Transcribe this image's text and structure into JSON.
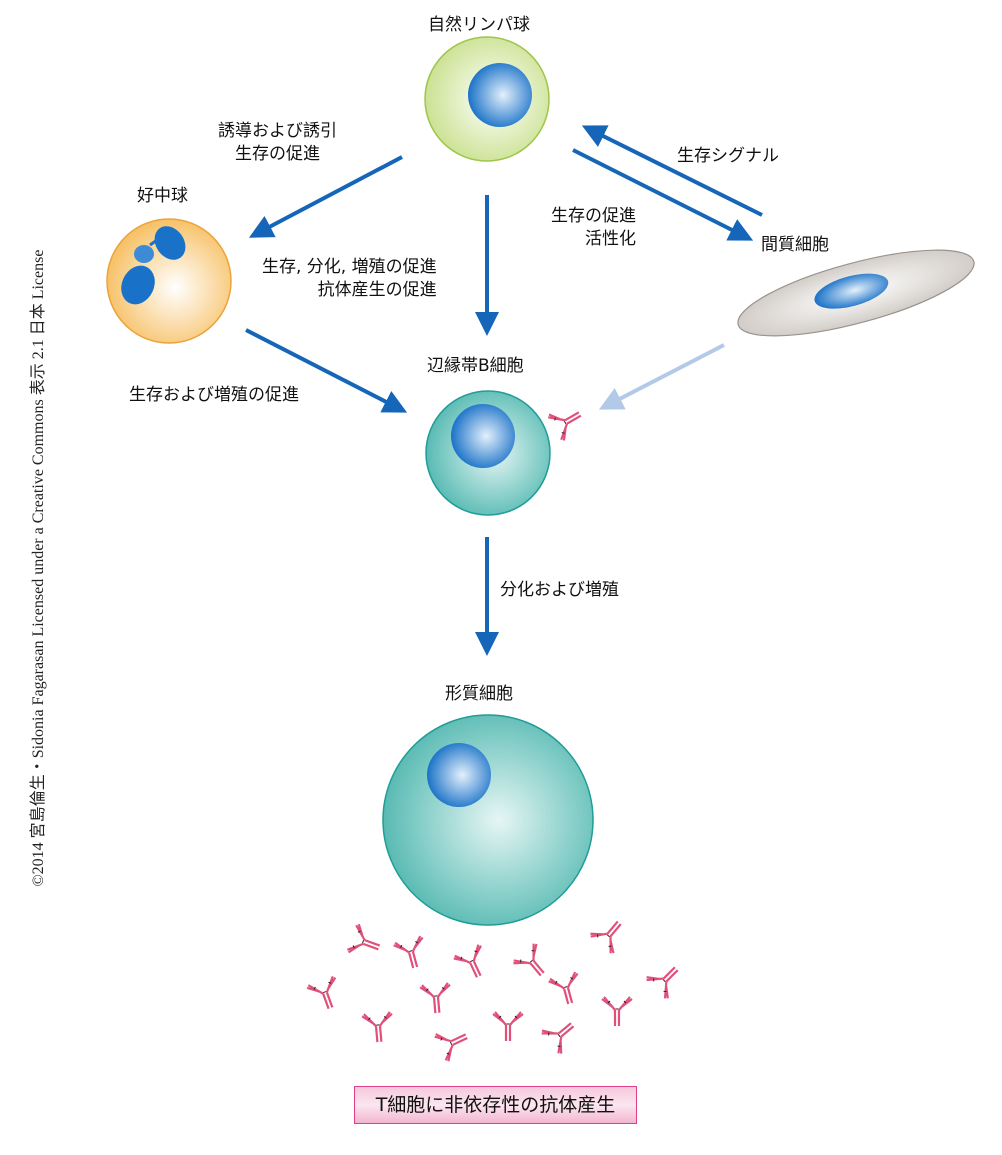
{
  "cells": {
    "nk": "自然リンパ球",
    "neutrophil": "好中球",
    "stromal": "間質細胞",
    "b_cell": "辺縁帯B細胞",
    "plasma": "形質細胞"
  },
  "arrows": {
    "nk_to_neutrophil": [
      "誘導および誘引",
      "生存の促進"
    ],
    "nk_to_b": [
      "生存, 分化, 増殖の促進",
      "抗体産生の促進"
    ],
    "nk_to_stromal": [
      "生存の促進",
      "活性化"
    ],
    "stromal_to_nk": "生存シグナル",
    "neutrophil_to_b": "生存および増殖の促進",
    "b_to_plasma": "分化および増殖"
  },
  "result_label": "T細胞に非依存性の抗体産生",
  "copyright": "©2014 宮島倫生・Sidonia Fagarasan Licensed under a Creative Commons 表示 2.1 日本 License",
  "colors": {
    "arrow": "#1565b8",
    "arrow_light": "#b3c9e8",
    "antibody": "#e0507a"
  }
}
